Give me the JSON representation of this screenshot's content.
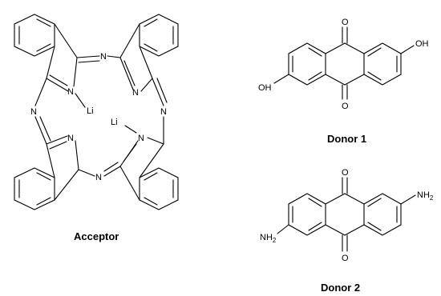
{
  "molecules": {
    "acceptor": {
      "caption": "Acceptor",
      "atoms": {
        "n": "N",
        "li": "Li"
      }
    },
    "donor1": {
      "caption": "Donor 1",
      "atoms": {
        "o": "O",
        "oh": "OH"
      }
    },
    "donor2": {
      "caption": "Donor 2",
      "atoms": {
        "o": "O",
        "nh": "NH",
        "nh_sub": "2"
      }
    }
  }
}
